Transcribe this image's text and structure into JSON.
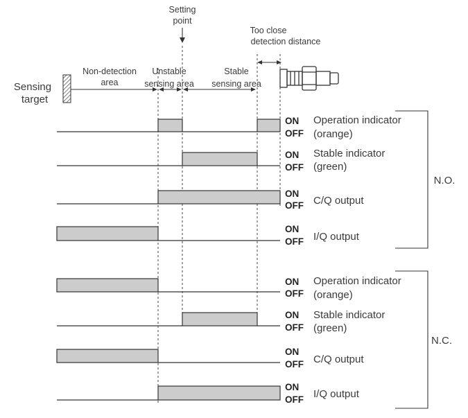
{
  "header": {
    "setting_point": [
      "Setting",
      "point"
    ],
    "too_close": [
      "Too close",
      "detection distance"
    ],
    "sensing_target": [
      "Sensing",
      "target"
    ],
    "non_detection_area": [
      "Non-detection",
      "area"
    ],
    "unstable_sensing_area": [
      "Unstable",
      "sensing area"
    ],
    "stable_sensing_area": [
      "Stable",
      "sensing area"
    ]
  },
  "state_labels": {
    "on": "ON",
    "off": "OFF"
  },
  "groups": [
    {
      "name": "N.O.",
      "rows": [
        {
          "label": [
            "Operation indicator",
            "(orange)"
          ]
        },
        {
          "label": [
            "Stable indicator",
            "(green)"
          ]
        },
        {
          "label": [
            "C/Q output"
          ]
        },
        {
          "label": [
            "I/Q output"
          ]
        }
      ]
    },
    {
      "name": "N.C.",
      "rows": [
        {
          "label": [
            "Operation indicator",
            "(orange)"
          ]
        },
        {
          "label": [
            "Stable indicator",
            "(green)"
          ]
        },
        {
          "label": [
            "C/Q output"
          ]
        },
        {
          "label": [
            "I/Q output"
          ]
        }
      ]
    }
  ],
  "colors": {
    "signal_fill": "#cccccc",
    "line": "#333333",
    "text": "#3a3a3a"
  }
}
